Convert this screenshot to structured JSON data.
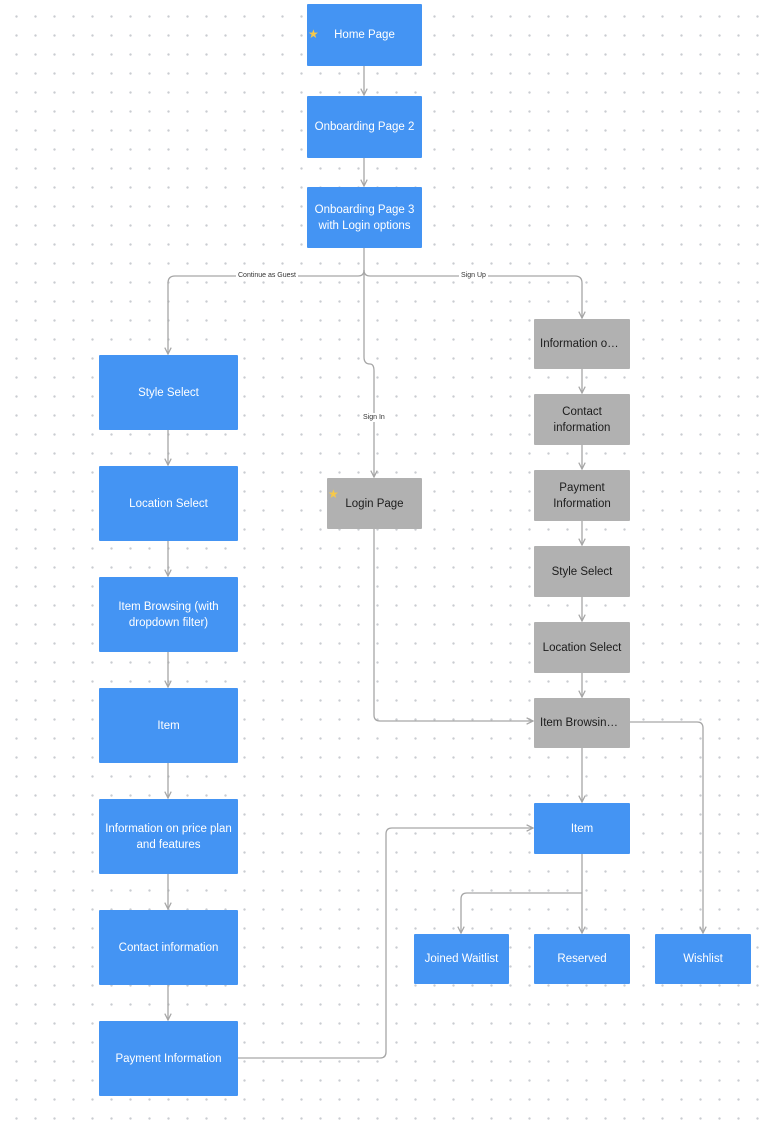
{
  "nodes": {
    "home": "Home Page",
    "onboarding2": "Onboarding Page 2",
    "onboarding3": "Onboarding Page 3 with Login options",
    "guest_style": "Style Select",
    "guest_location": "Location Select",
    "guest_browsing": "Item Browsing (with dropdown filter)",
    "guest_item": "Item",
    "guest_price_info": "Information on price plan and features",
    "guest_contact": "Contact information",
    "guest_payment": "Payment Information",
    "login": "Login Page",
    "signup_info": "Information on…",
    "signup_contact": "Contact information",
    "signup_payment": "Payment Information",
    "signup_style": "Style Select",
    "signup_location": "Location Select",
    "signup_browsing": "Item Browsing…",
    "item": "Item",
    "waitlist": "Joined Waitlist",
    "reserved": "Reserved",
    "wishlist": "Wishlist"
  },
  "edge_labels": {
    "guest": "Continue as Guest",
    "signup": "Sign Up",
    "signin": "Sign In"
  },
  "star_icon": "★",
  "colors": {
    "node_blue": "#4494f3",
    "node_gray": "#b1b1b1",
    "connector": "#a6a6a6"
  }
}
